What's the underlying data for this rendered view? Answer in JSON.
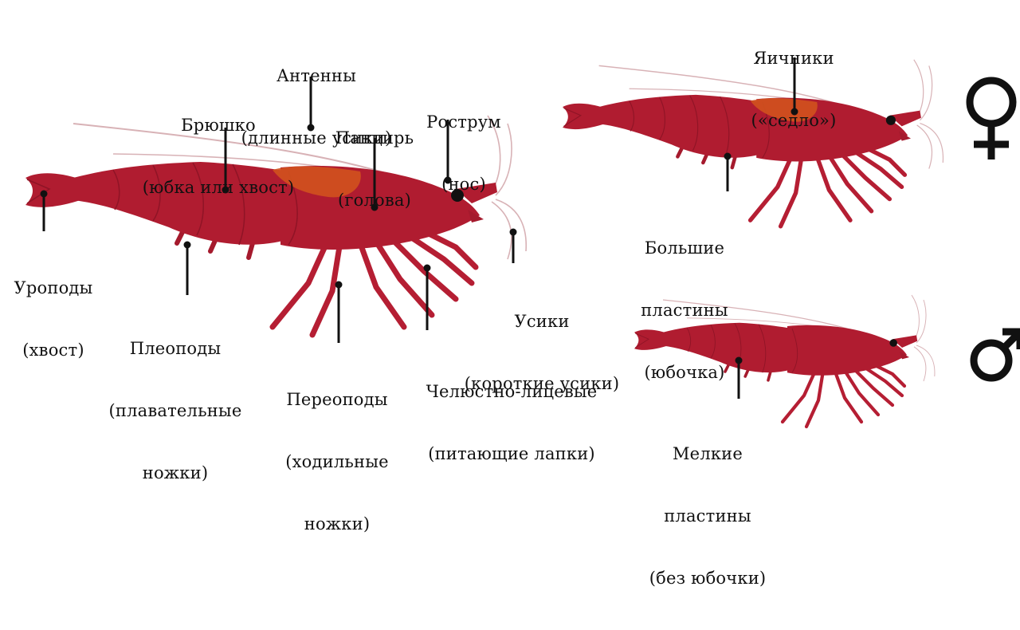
{
  "colors": {
    "body": "#b01c30",
    "body_dark": "#8f1426",
    "legs": "#b51e33",
    "saddle": "#d2521e",
    "antenna": "#d8b2b6",
    "leader": "#111111",
    "symbol": "#111111"
  },
  "labels": {
    "antennae": [
      "Антенны",
      "(длинные усики)"
    ],
    "abdomen": [
      "Брюшко",
      "(юбка или хвост)"
    ],
    "carapace": [
      "Панцирь",
      "(голова)"
    ],
    "rostrum": [
      "Рострум",
      "(нос)"
    ],
    "uropods": [
      "Уроподы",
      "(хвост)"
    ],
    "pleopods": [
      "Плеоподы",
      "(плавательные",
      "ножки)"
    ],
    "pereopods": [
      "Переоподы",
      "(ходильные",
      "ножки)"
    ],
    "maxillipeds": [
      "Челюстно-лицевые",
      "(питающие лапки)"
    ],
    "antennules": [
      "Усики",
      "(короткие усики)"
    ],
    "ovaries": [
      "Яичники",
      "(«седло»)"
    ],
    "large_plates": [
      "Большие",
      "пластины",
      "(юбочка)"
    ],
    "small_plates": [
      "Мелкие",
      "пластины",
      "(без юбочки)"
    ]
  },
  "symbols": {
    "female": "♀",
    "male": "♂"
  },
  "icons": [
    "female-symbol-icon",
    "male-symbol-icon"
  ]
}
